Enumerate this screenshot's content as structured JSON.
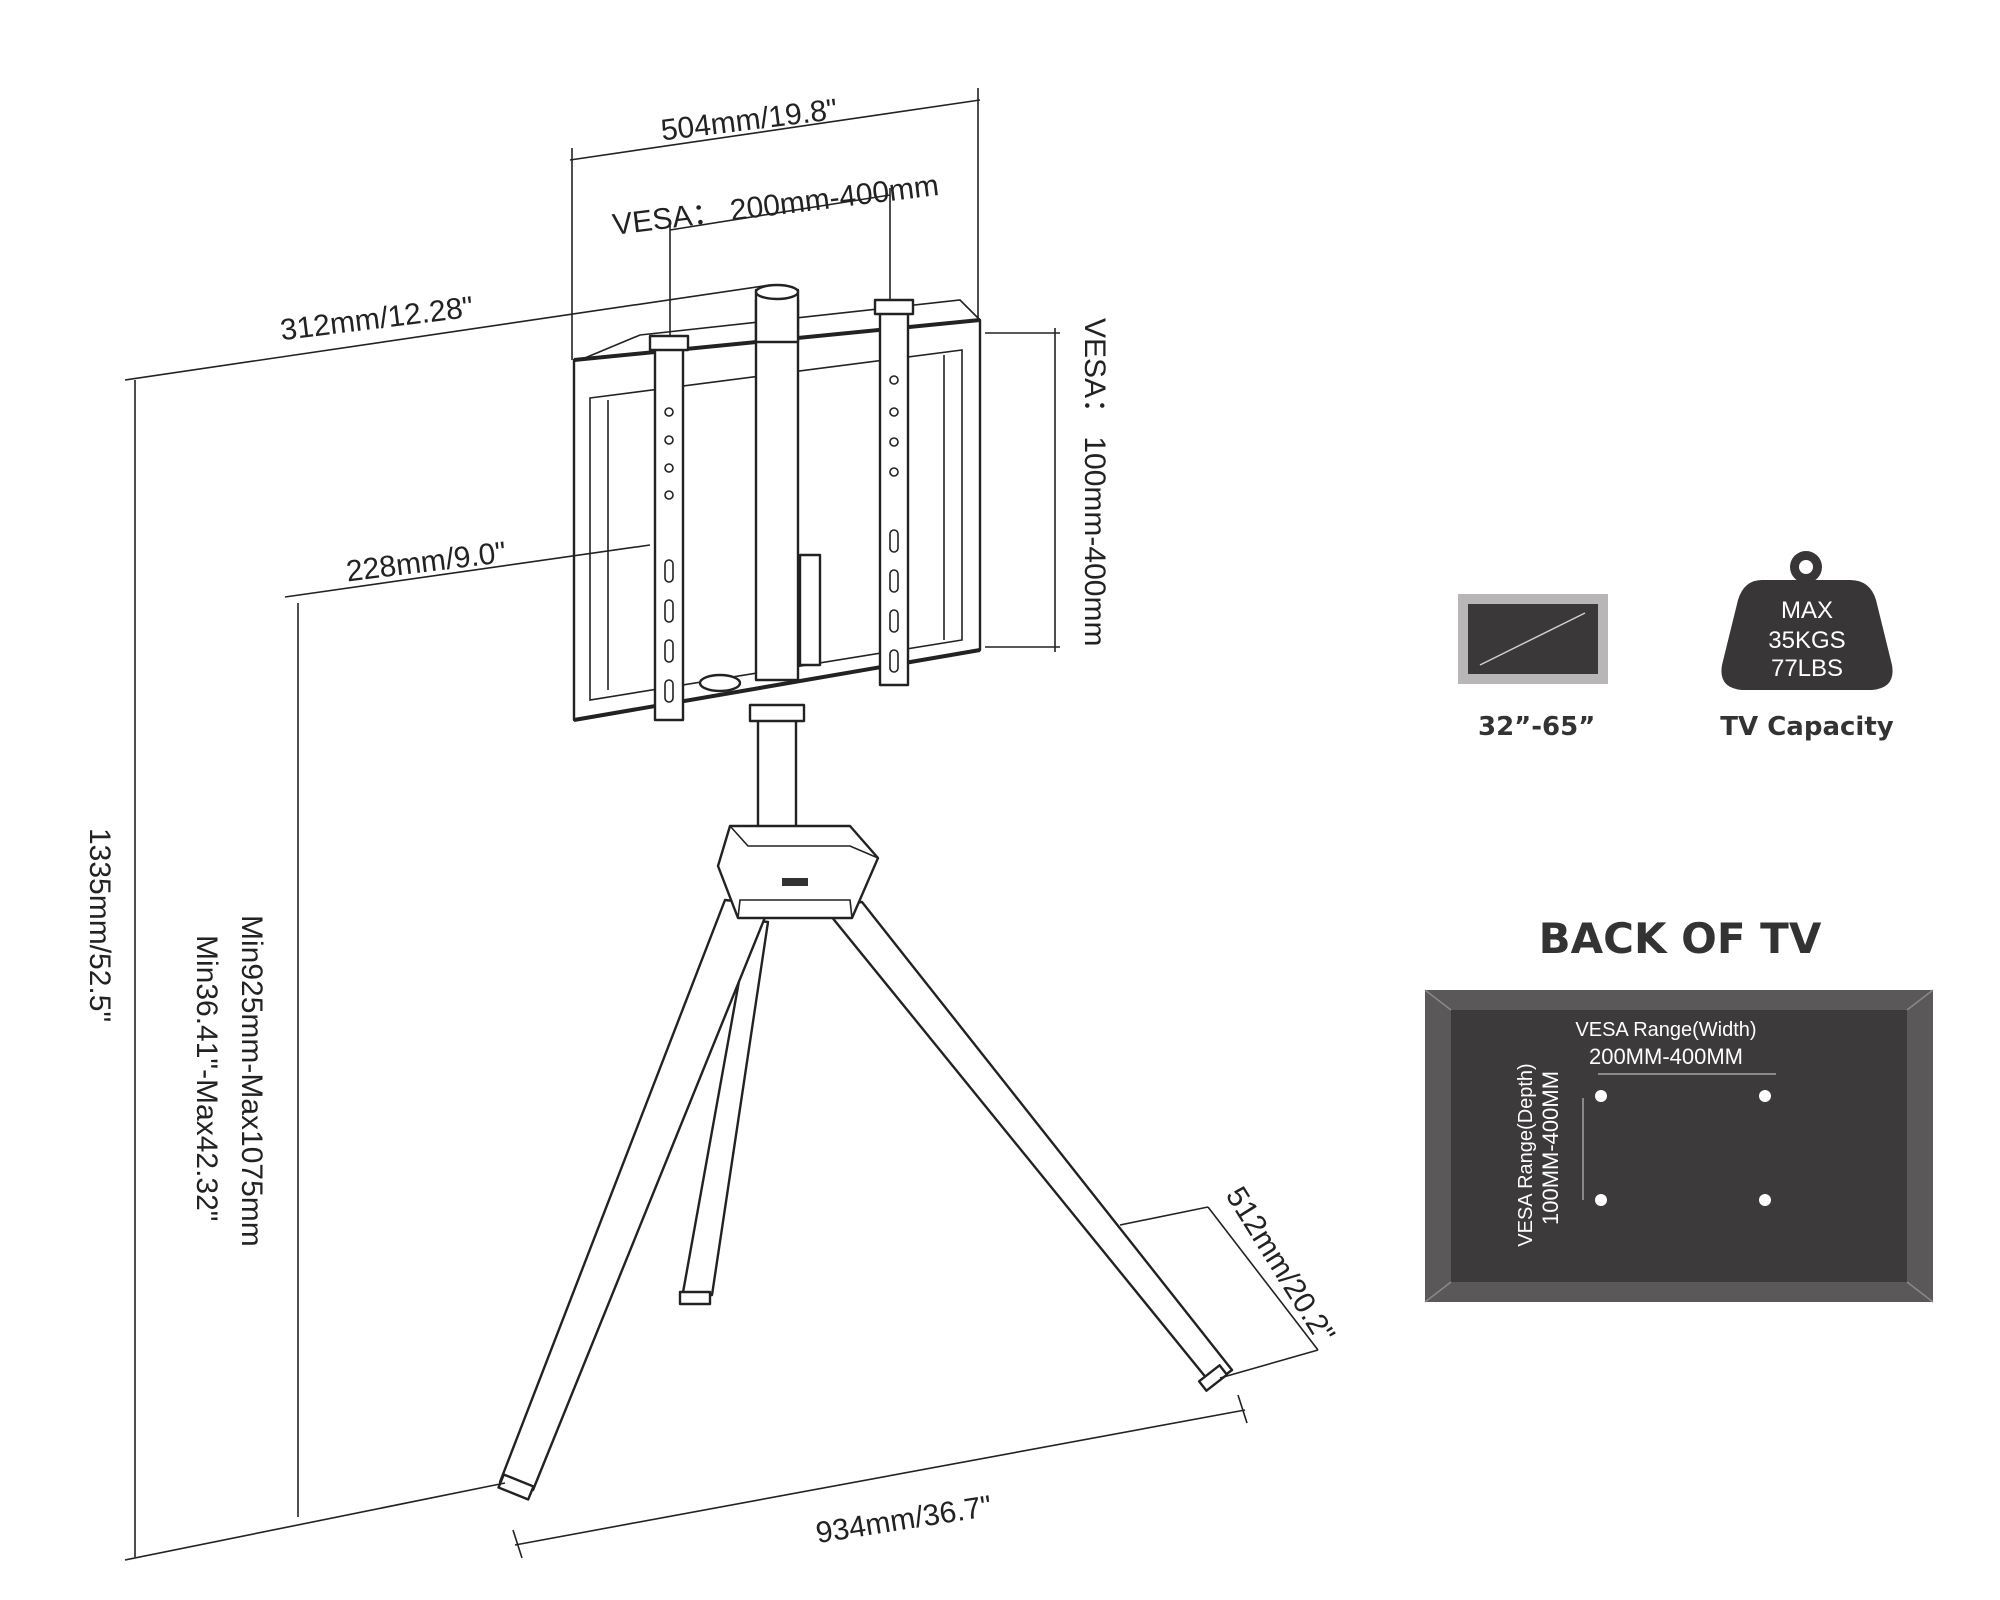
{
  "dimensions": {
    "overall_width": "504mm/19.8\"",
    "vesa_width": "VESA： 200mm-400mm",
    "depth_top": "312mm/12.28\"",
    "bracket_depth": "228mm/9.0\"",
    "vesa_height": "VESA： 100mm-400mm",
    "total_height": "1335mm/52.5\"",
    "adjust_height_mm": "Min925mm-Max1075mm",
    "adjust_height_in": "Min36.41\"-Max42.32\"",
    "base_depth": "512mm/20.2\"",
    "base_width": "934mm/36.7\""
  },
  "badges": {
    "screen_size": "32”-65”",
    "weight_line1": "MAX",
    "weight_line2": "35KGS",
    "weight_line3": "77LBS",
    "capacity_label": "TV Capacity"
  },
  "back_panel": {
    "title": "BACK OF TV",
    "width_label": "VESA Range(Width)",
    "width_value": "200MM-400MM",
    "depth_label": "VESA Range(Depth)",
    "depth_value": "100MM-400MM"
  },
  "colors": {
    "line": "#222222",
    "panel_outer": "#5a5858",
    "panel_inner": "#3c3a3a",
    "screen_frame": "#b8b6b6",
    "screen_fill": "#3a3838",
    "weight_fill": "#383636"
  }
}
